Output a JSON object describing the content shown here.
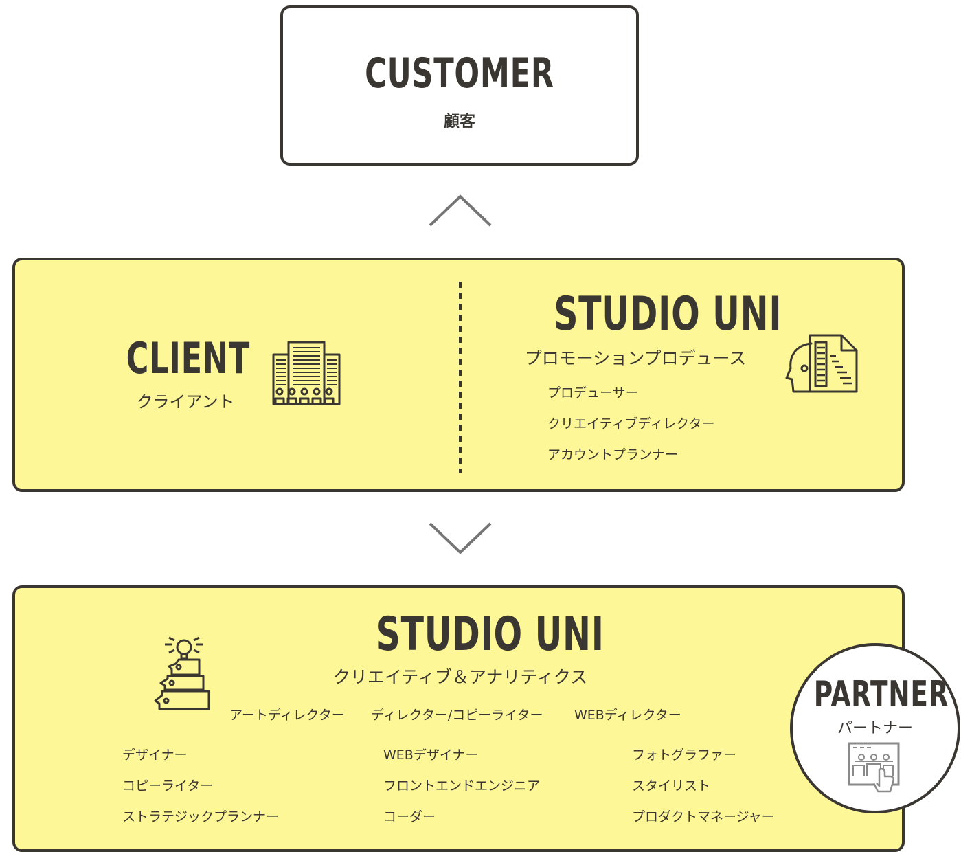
{
  "customer": {
    "title": "CUSTOMER",
    "subtitle": "顧客"
  },
  "client": {
    "title": "CLIENT",
    "subtitle": "クライアント"
  },
  "studio_promo": {
    "title": "STUDIO UNI",
    "subtitle": "プロモーションプロデュース",
    "roles": [
      "プロデューサー",
      "クリエイティブディレクター",
      "アカウントプランナー"
    ]
  },
  "studio_creative": {
    "title": "STUDIO UNI",
    "subtitle": "クリエイティブ＆アナリティクス",
    "lead_roles": [
      "アートディレクター",
      "ディレクター/コピーライター",
      "WEBディレクター"
    ],
    "columns": [
      [
        "デザイナー",
        "コピーライター",
        "ストラテジックプランナー"
      ],
      [
        "WEBデザイナー",
        "フロントエンドエンジニア",
        "コーダー"
      ],
      [
        "フォトグラファー",
        "スタイリスト",
        "プロダクトマネージャー"
      ]
    ]
  },
  "partner": {
    "title": "PARTNER",
    "subtitle": "パートナー"
  },
  "icons": {
    "client": "office-building-icon",
    "studio_promo": "thinking-head-document-icon",
    "studio_creative": "idea-stack-icon",
    "partner": "team-board-icon",
    "arrow_up": "chevron-up-icon",
    "arrow_down": "chevron-down-icon"
  },
  "colors": {
    "panel": "#fdf797",
    "line": "#3a3632",
    "arrow": "#757575"
  }
}
